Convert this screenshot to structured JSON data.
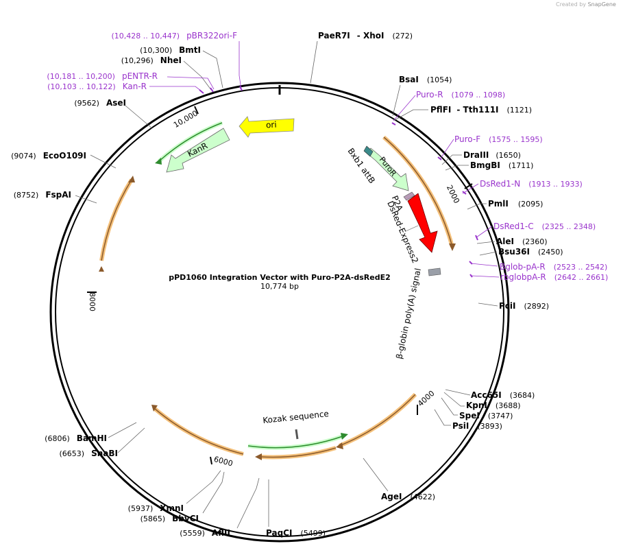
{
  "credit": {
    "prefix": "Created by",
    "brand": "SnapGene"
  },
  "map": {
    "title": "pPD1060 Integration Vector with Puro-P2A-dsRedE2",
    "length": "10,774 bp",
    "total_bp": 10774
  },
  "ticks": [
    "2000",
    "4000",
    "6000",
    "8000",
    "10,000"
  ],
  "enzymes": [
    {
      "name": "PaeR7I",
      "name2": "XhoI",
      "pos": "(272)"
    },
    {
      "name": "BsaI",
      "pos": "(1054)"
    },
    {
      "name": "PflFI",
      "name2": "Tth111I",
      "pos": "(1121)"
    },
    {
      "name": "DraIII",
      "pos": "(1650)"
    },
    {
      "name": "BmgBI",
      "pos": "(1711)"
    },
    {
      "name": "PmlI",
      "pos": "(2095)"
    },
    {
      "name": "AleI",
      "pos": "(2360)"
    },
    {
      "name": "Bsu36I",
      "pos": "(2450)"
    },
    {
      "name": "PciI",
      "pos": "(2892)"
    },
    {
      "name": "Acc65I",
      "pos": "(3684)"
    },
    {
      "name": "KpnI",
      "pos": "(3688)"
    },
    {
      "name": "SpeI",
      "pos": "(3747)"
    },
    {
      "name": "PsiI",
      "pos": "(3893)"
    },
    {
      "name": "AgeI",
      "pos": "(4622)"
    },
    {
      "name": "PaqCI",
      "pos": "(5499)"
    },
    {
      "name": "AflII",
      "pos": "(5559)"
    },
    {
      "name": "BbvCI",
      "pos": "(5865)"
    },
    {
      "name": "XmnI",
      "pos": "(5937)"
    },
    {
      "name": "SnaBI",
      "pos": "(6653)"
    },
    {
      "name": "BamHI",
      "pos": "(6806)"
    },
    {
      "name": "FspAI",
      "pos": "(8752)"
    },
    {
      "name": "EcoO109I",
      "pos": "(9074)"
    },
    {
      "name": "AseI",
      "pos": "(9562)"
    },
    {
      "name": "NheI",
      "pos": "(10,296)"
    },
    {
      "name": "BmtI",
      "pos": "(10,300)"
    }
  ],
  "primers": [
    {
      "name": "pBR322ori-F",
      "range": "(10,428 .. 10,447)"
    },
    {
      "name": "pENTR-R",
      "range": "(10,181 .. 10,200)"
    },
    {
      "name": "Kan-R",
      "range": "(10,103 .. 10,122)"
    },
    {
      "name": "Puro-R",
      "range": "(1079 .. 1098)"
    },
    {
      "name": "Puro-F",
      "range": "(1575 .. 1595)"
    },
    {
      "name": "DsRed1-N",
      "range": "(1913 .. 1933)"
    },
    {
      "name": "DsRed1-C",
      "range": "(2325 .. 2348)"
    },
    {
      "name": "Bglob-pA-R",
      "range": "(2523 .. 2542)"
    },
    {
      "name": "rbglobpA-R",
      "range": "(2642 .. 2661)"
    }
  ],
  "features": [
    {
      "name": "ori",
      "color": "#ffff00"
    },
    {
      "name": "KanR",
      "color": "#ccffcc"
    },
    {
      "name": "PuroR",
      "color": "#ccffcc"
    },
    {
      "name": "Bxb1 attB",
      "color": "#3a8a8a"
    },
    {
      "name": "P2A",
      "color": "#b79bb7"
    },
    {
      "name": "DsRed-Express2",
      "color": "#ff0000"
    },
    {
      "name": "β-globin poly(A) signal",
      "color": "#9a9fa8"
    },
    {
      "name": "Kozak sequence",
      "color": "#888888"
    }
  ],
  "colors": {
    "primer": "#9933cc",
    "orf_outline": "#f4c07a",
    "orf_arrow": "#8b5a2b",
    "green_arrow": "#2e8b2e"
  }
}
